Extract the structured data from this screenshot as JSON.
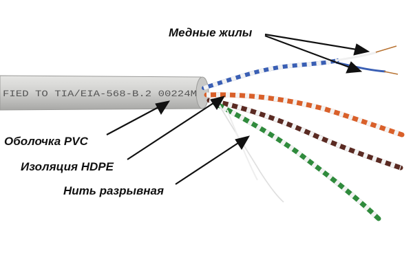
{
  "cable_print": "FIED TO TIA/EIA-568-B.2 00224M",
  "labels": {
    "copper": "Медные жилы",
    "sheath": "Оболочка PVC",
    "insulation": "Изоляция HDPE",
    "rip_cord": "Нить разрывная"
  },
  "colors": {
    "sheath": "#d2d2d0",
    "blue_pair": "#3a5fb4",
    "orange_pair": "#d9602a",
    "brown_pair": "#5a2a22",
    "green_pair": "#2f8a3c",
    "pair_white": "#f2f2f2",
    "copper": "#b87333",
    "arrow": "#111111"
  }
}
